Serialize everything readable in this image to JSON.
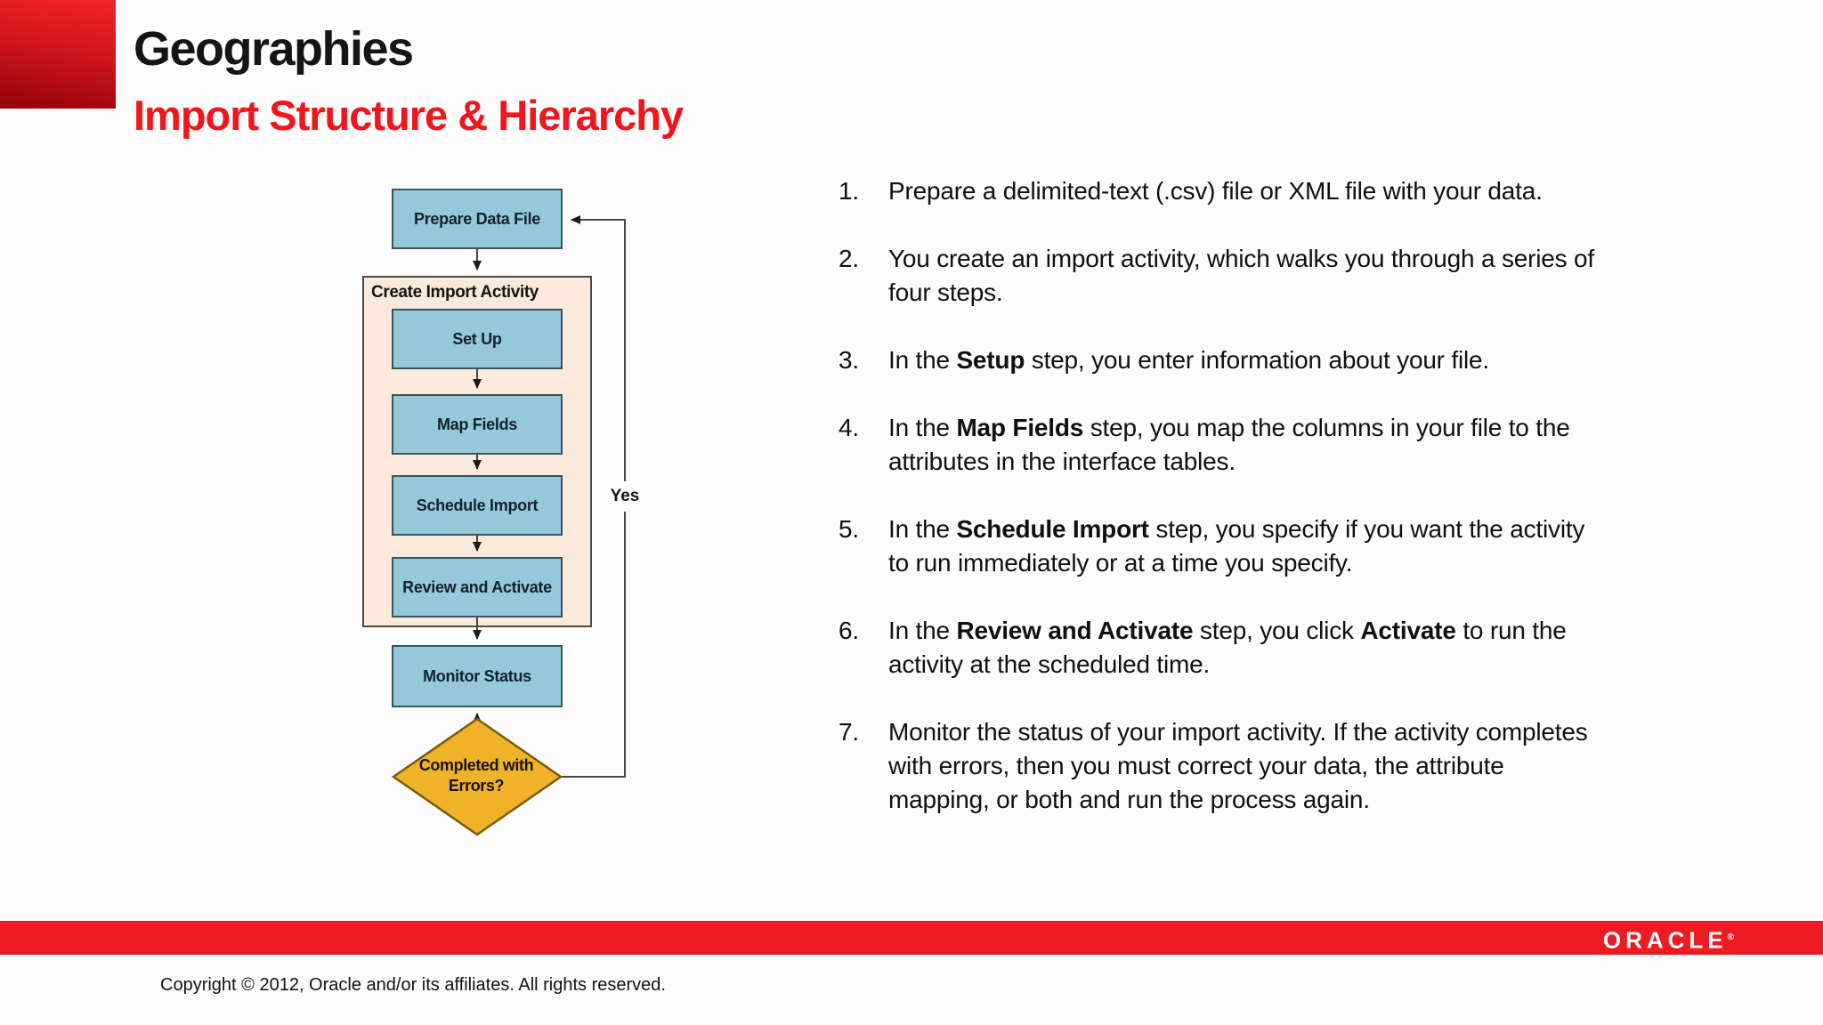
{
  "header": {
    "title": "Geographies",
    "subtitle": "Import Structure & Hierarchy"
  },
  "colors": {
    "accent_red": "#ee1b23",
    "subtitle_red": "#f2151b",
    "box_blue": "#95c8d9",
    "box_border": "#3a545f",
    "group_cream": "#fbeadb",
    "diamond_gold": "#efb229",
    "diamond_border": "#7b5c07"
  },
  "flow": {
    "nodes": [
      {
        "label": "Prepare Data File"
      },
      {
        "label": "Set Up"
      },
      {
        "label": "Map Fields"
      },
      {
        "label": "Schedule Import"
      },
      {
        "label": "Review and Activate"
      },
      {
        "label": "Monitor Status"
      }
    ],
    "group_label": "Create Import Activity",
    "decision_label": "Completed with\nErrors?",
    "yes_label": "Yes"
  },
  "steps": {
    "items": [
      [
        {
          "t": "Prepare a delimited-text (.csv) file or XML file with your data."
        }
      ],
      [
        {
          "t": "You create an import activity, which walks you through a series of"
        },
        {
          "br": true
        },
        {
          "t": "four steps."
        }
      ],
      [
        {
          "t": "In the "
        },
        {
          "t": "Setup",
          "b": true
        },
        {
          "t": " step, you enter information about your file."
        }
      ],
      [
        {
          "t": "In the "
        },
        {
          "t": "Map Fields",
          "b": true
        },
        {
          "t": " step, you map the columns in your file to the"
        },
        {
          "br": true
        },
        {
          "t": "attributes in the interface tables."
        }
      ],
      [
        {
          "t": "In the "
        },
        {
          "t": "Schedule Import",
          "b": true
        },
        {
          "t": " step, you specify if you want the activity"
        },
        {
          "br": true
        },
        {
          "t": "to run immediately or at a time you specify."
        }
      ],
      [
        {
          "t": "In the "
        },
        {
          "t": "Review and Activate",
          "b": true
        },
        {
          "t": " step, you click "
        },
        {
          "t": "Activate",
          "b": true
        },
        {
          "t": " to run the"
        },
        {
          "br": true
        },
        {
          "t": "activity at the scheduled time."
        }
      ],
      [
        {
          "t": "Monitor the status of your import activity. If the activity completes"
        },
        {
          "br": true
        },
        {
          "t": "with errors, then you must correct your data, the attribute"
        },
        {
          "br": true
        },
        {
          "t": "mapping, or both and run the process again."
        }
      ]
    ]
  },
  "footer": {
    "logo": "ORACLE",
    "reg_mark": "®",
    "copyright": "Copyright © 2012, Oracle and/or its affiliates. All rights reserved."
  }
}
